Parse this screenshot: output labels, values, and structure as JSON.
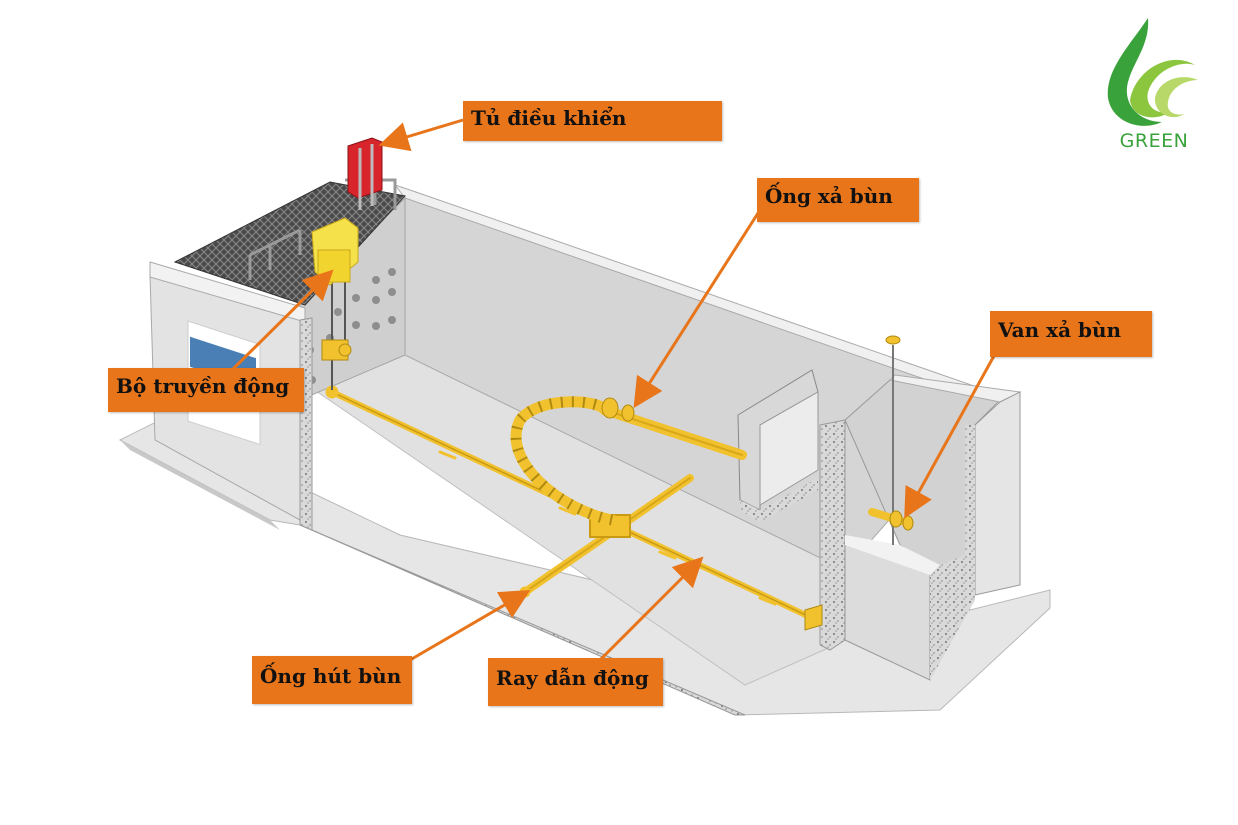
{
  "labels": {
    "control_cabinet": "Tủ điều khiển",
    "discharge_pipe": "Ống xả bùn",
    "discharge_valve": "Van xả bùn",
    "drive_unit": "Bộ truyền động",
    "suction_pipe": "Ống hút bùn",
    "drive_rail": "Ray dẫn động"
  },
  "logo": {
    "text": "GREEN"
  },
  "colors": {
    "label_bg": "#e8751a",
    "arrow": "#e8751a",
    "equipment": "#f2c12e",
    "cabinet": "#d8242b",
    "drive_head": "#f5e14a",
    "concrete": "#dcdcdc",
    "logo_green": "#3aa23a"
  }
}
